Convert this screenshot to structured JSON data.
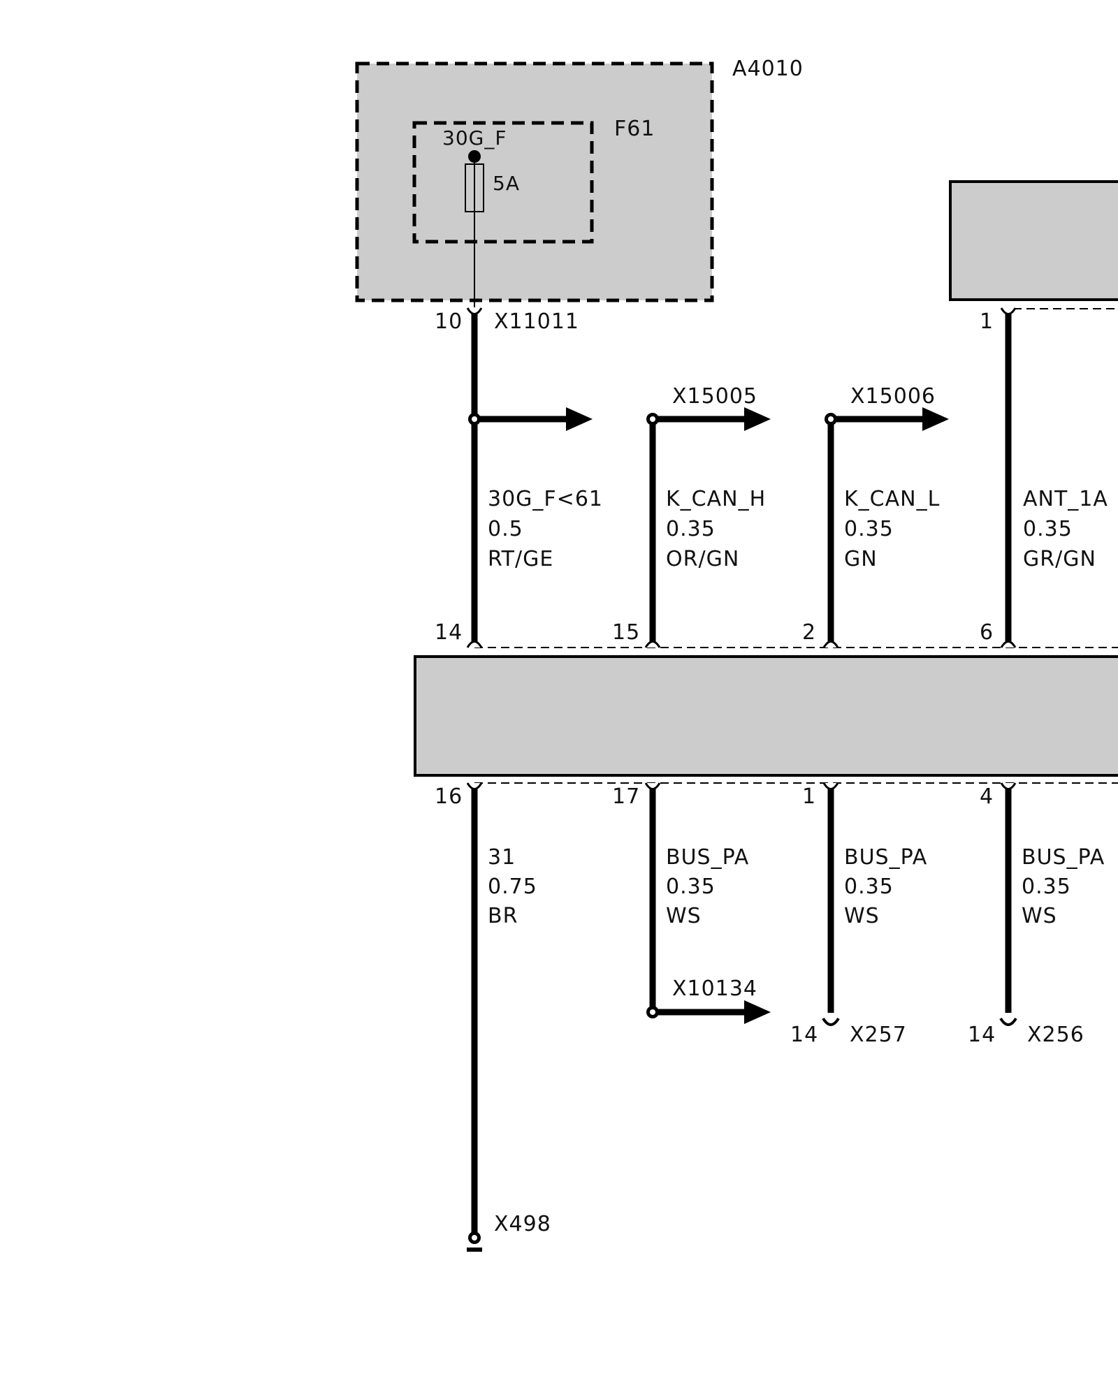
{
  "modules": {
    "a4010": {
      "id": "A4010"
    },
    "f61": {
      "id": "F61",
      "terminal": "30G_F",
      "rating": "5A"
    },
    "top_right": {
      "id": ""
    },
    "main": {
      "id": ""
    }
  },
  "connectors": {
    "x11011": {
      "id": "X11011",
      "pin": "10"
    },
    "top_right_pin": "1",
    "x15005": "X15005",
    "x15006": "X15006",
    "x10134": "X10134",
    "x257": {
      "id": "X257",
      "pin": "14"
    },
    "x256": {
      "id": "X256",
      "pin": "14"
    },
    "x498": "X498"
  },
  "top_pins": [
    "14",
    "15",
    "2",
    "6"
  ],
  "bottom_pins": [
    "16",
    "17",
    "1",
    "4"
  ],
  "wires_top": [
    {
      "signal": "30G_F<61",
      "gauge": "0.5",
      "color": "RT/GE"
    },
    {
      "signal": "K_CAN_H",
      "gauge": "0.35",
      "color": "OR/GN"
    },
    {
      "signal": "K_CAN_L",
      "gauge": "0.35",
      "color": "GN"
    },
    {
      "signal": "ANT_1A",
      "gauge": "0.35",
      "color": "GR/GN"
    }
  ],
  "wires_bottom": [
    {
      "signal": "31",
      "gauge": "0.75",
      "color": "BR"
    },
    {
      "signal": "BUS_PA",
      "gauge": "0.35",
      "color": "WS"
    },
    {
      "signal": "BUS_PA",
      "gauge": "0.35",
      "color": "WS"
    },
    {
      "signal": "BUS_PA",
      "gauge": "0.35",
      "color": "WS"
    }
  ]
}
